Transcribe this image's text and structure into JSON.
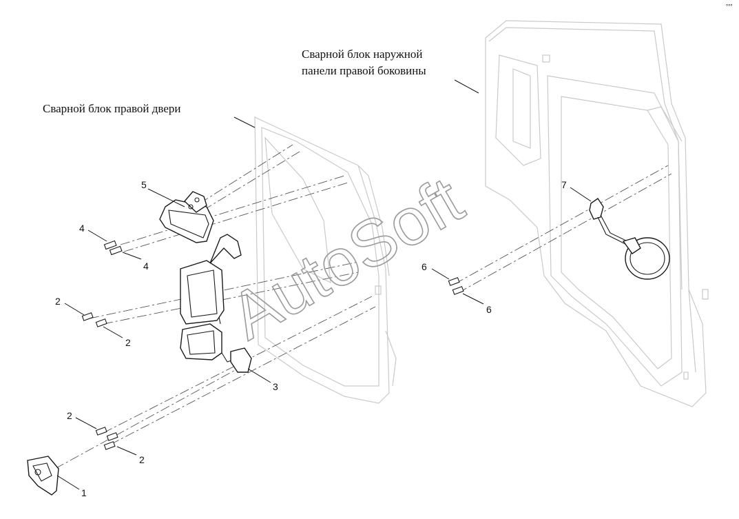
{
  "captions": {
    "door": "Сварной блок правой двери",
    "side_panel_line1": "Сварной блок наружной",
    "side_panel_line2": "панели правой боковины"
  },
  "callouts": {
    "c1": "1",
    "c2a": "2",
    "c2b": "2",
    "c2c": "2",
    "c2d": "2",
    "c3": "3",
    "c4a": "4",
    "c4b": "4",
    "c5": "5",
    "c6a": "6",
    "c6b": "6",
    "c7": "7"
  },
  "watermark": "AutoSoft"
}
